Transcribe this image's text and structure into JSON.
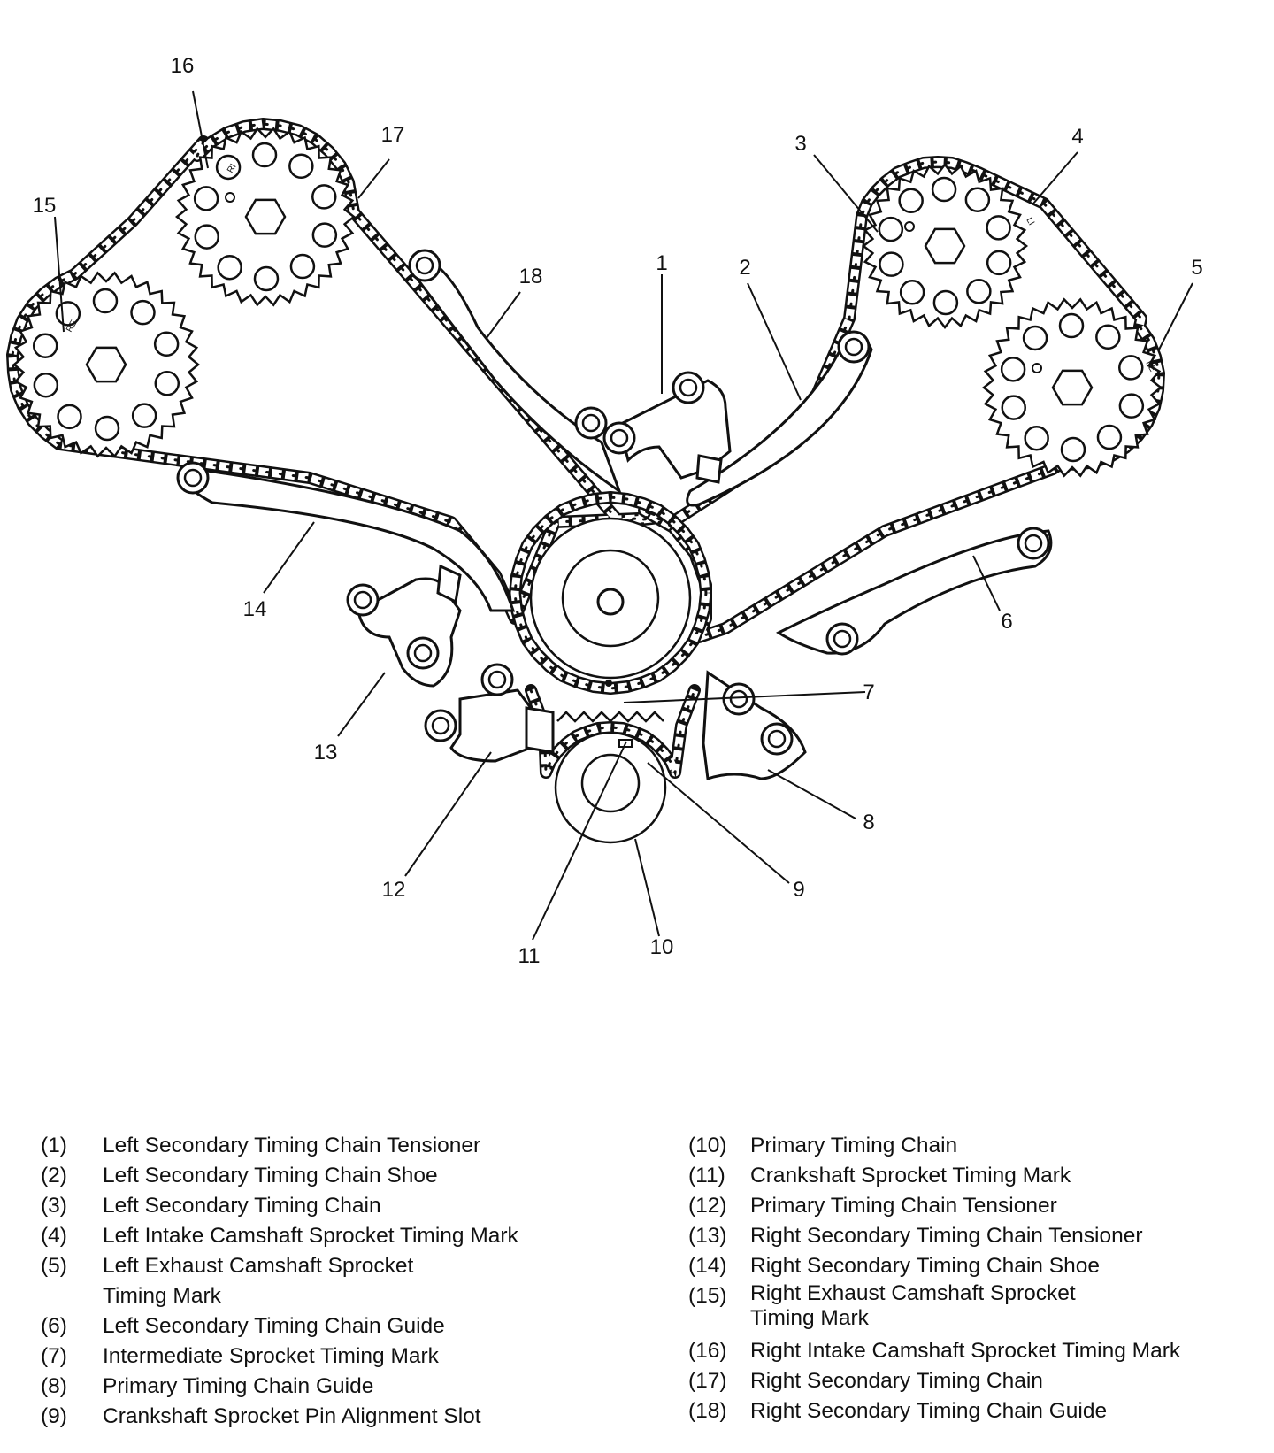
{
  "diagram": {
    "callouts": [
      "1",
      "2",
      "3",
      "4",
      "5",
      "6",
      "7",
      "8",
      "9",
      "10",
      "11",
      "12",
      "13",
      "14",
      "15",
      "16",
      "17",
      "18"
    ],
    "sprocket_marks": {
      "right_intake": "RI",
      "right_exhaust": "RE",
      "left_intake": "LI",
      "left_exhaust": "LE"
    }
  },
  "legend": {
    "left": [
      {
        "num": "(1)",
        "text": "Left Secondary Timing Chain Tensioner"
      },
      {
        "num": "(2)",
        "text": "Left Secondary Timing Chain Shoe"
      },
      {
        "num": "(3)",
        "text": "Left Secondary Timing Chain"
      },
      {
        "num": "(4)",
        "text": "Left Intake Camshaft Sprocket Timing Mark"
      },
      {
        "num": "(5)",
        "text": "Left Exhaust Camshaft Sprocket Timing Mark"
      },
      {
        "num": "(6)",
        "text": "Left Secondary Timing Chain Guide"
      },
      {
        "num": "(7)",
        "text": "Intermediate Sprocket Timing Mark"
      },
      {
        "num": "(8)",
        "text": "Primary Timing Chain Guide"
      },
      {
        "num": "(9)",
        "text": "Crankshaft Sprocket Pin Alignment Slot"
      }
    ],
    "right": [
      {
        "num": "(10)",
        "text": "Primary Timing Chain"
      },
      {
        "num": "(11)",
        "text": "Crankshaft Sprocket Timing Mark"
      },
      {
        "num": "(12)",
        "text": "Primary Timing Chain Tensioner"
      },
      {
        "num": "(13)",
        "text": "Right Secondary Timing Chain Tensioner"
      },
      {
        "num": "(14)",
        "text": "Right Secondary Timing Chain Shoe"
      },
      {
        "num": "(15)",
        "text": "Right Exhaust Camshaft Sprocket Timing Mark"
      },
      {
        "num": "(16)",
        "text": "Right Intake Camshaft Sprocket Timing Mark"
      },
      {
        "num": "(17)",
        "text": "Right Secondary Timing Chain"
      },
      {
        "num": "(18)",
        "text": "Right Secondary Timing Chain Guide"
      }
    ]
  }
}
